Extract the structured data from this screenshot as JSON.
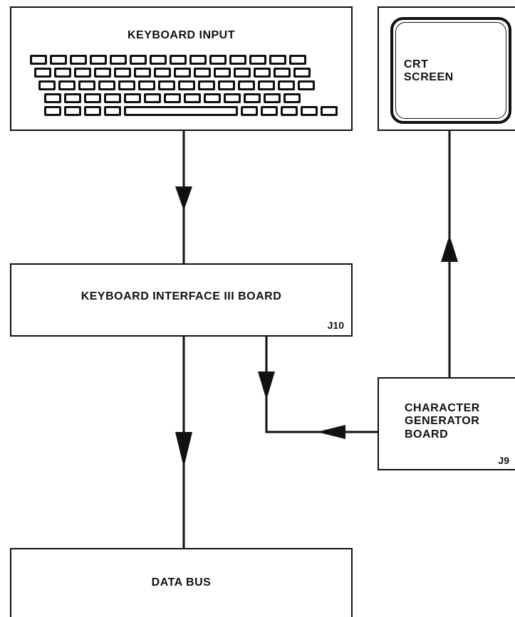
{
  "keyboard_box": {
    "title": "KEYBOARD INPUT"
  },
  "crt_box": {
    "title_line1": "CRT",
    "title_line2": "SCREEN"
  },
  "interface_box": {
    "title": "KEYBOARD INTERFACE III BOARD",
    "connector": "J10"
  },
  "chargen_box": {
    "title_line1": "CHARACTER",
    "title_line2": "GENERATOR",
    "title_line3": "BOARD",
    "connector": "J9"
  },
  "databus_box": {
    "title": "DATA BUS"
  },
  "keyboard_layout": {
    "rows": [
      14,
      14,
      14,
      13,
      10
    ]
  }
}
